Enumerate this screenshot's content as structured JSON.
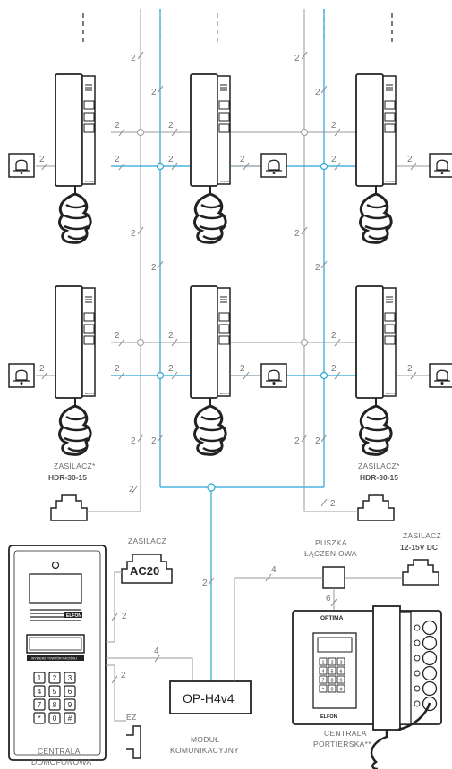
{
  "labels": {
    "psu_left_1": "ZASILACZ*",
    "psu_left_2": "HDR-30-15",
    "psu_right_1": "ZASILACZ*",
    "psu_right_2": "HDR-30-15",
    "psu_ac": "ZASILACZ",
    "ac20": "AC20",
    "psu_dc_1": "ZASILACZ",
    "psu_dc_2": "12-15V DC",
    "junction_1": "PUSZKA",
    "junction_2": "ŁĄCZENIOWA",
    "module_box": "OP-H4v4",
    "module_1": "MODUŁ",
    "module_2": "KOMUNIKACYJNY",
    "panel_1": "CENTRALA",
    "panel_2": "DOMOFONOWA",
    "desk_1": "CENTRALA",
    "desk_2": "PORTIERSKA**",
    "ez": "EZ",
    "optima": "OPTIMA",
    "elfon": "ELFON",
    "panel_strip": "WYBIERZ POWTÓR NACIŚNIJ"
  },
  "wire_counts": {
    "riser": "2",
    "bell": "2",
    "psu": "2",
    "ac": "2",
    "panel_module": "4",
    "ez": "2",
    "module_up": "2",
    "junction_in": "4",
    "junction_desk": "6"
  },
  "keypad": [
    "1",
    "2",
    "3",
    "4",
    "5",
    "6",
    "7",
    "8",
    "9",
    "*",
    "0",
    "#"
  ],
  "desk_keypad": [
    "1",
    "2",
    "3",
    "4",
    "5",
    "6",
    "7",
    "8",
    "9",
    "*",
    "0",
    "#"
  ],
  "desk_buttons": [
    "",
    "",
    "",
    "",
    "",
    ""
  ],
  "colors": {
    "bus": "#2aa4d5",
    "wire": "#9a9a9a",
    "device": "#222222"
  }
}
